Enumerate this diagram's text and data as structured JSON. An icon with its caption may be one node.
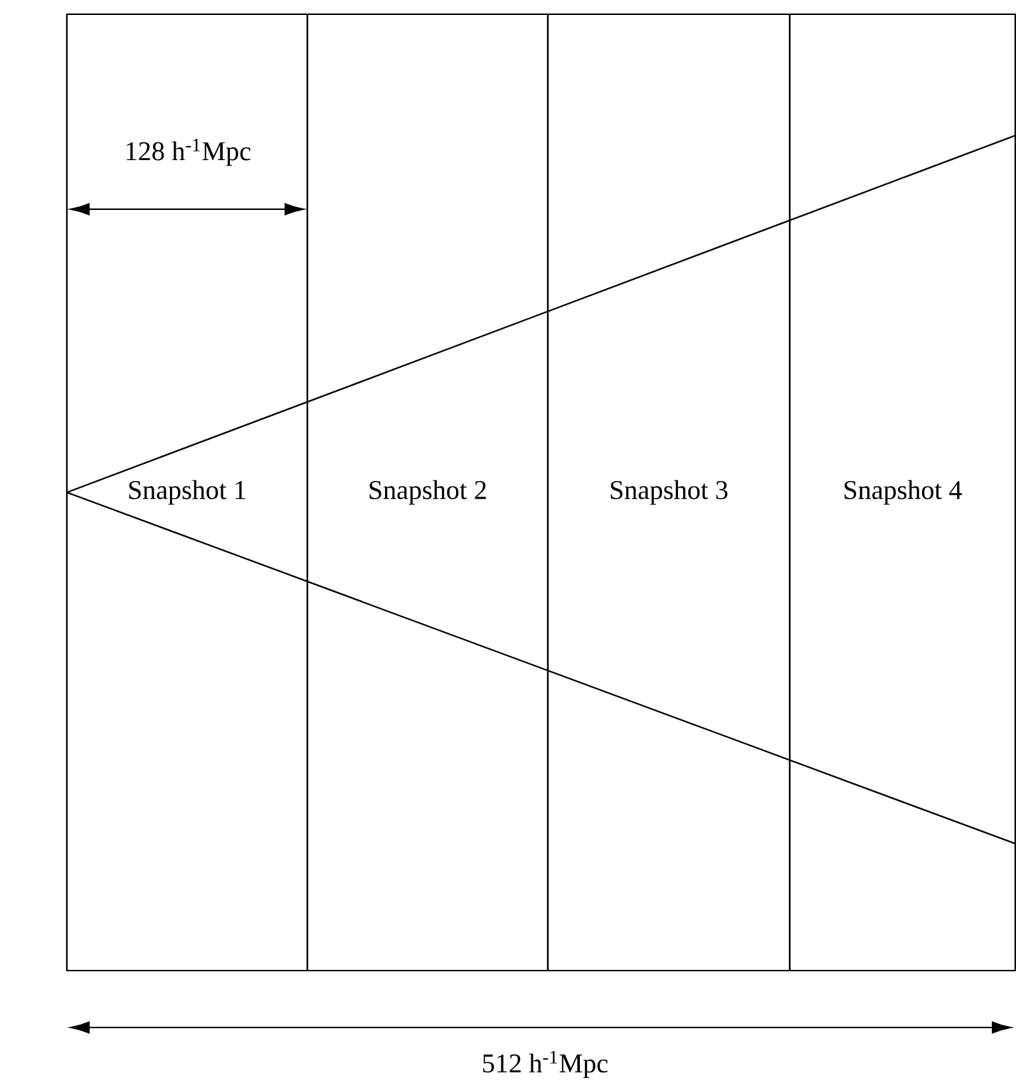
{
  "diagram": {
    "nodes": [
      {
        "text": [
          "Snapshot 1"
        ]
      },
      {
        "text": [
          "Snapshot 2"
        ]
      },
      {
        "text": [
          "Snapshot 3"
        ]
      },
      {
        "text": [
          "Snapshot 4"
        ]
      }
    ],
    "labels": [
      "128 h$^{-1}$Mpc",
      "512 h$^{-1}$Mpc"
    ]
  }
}
